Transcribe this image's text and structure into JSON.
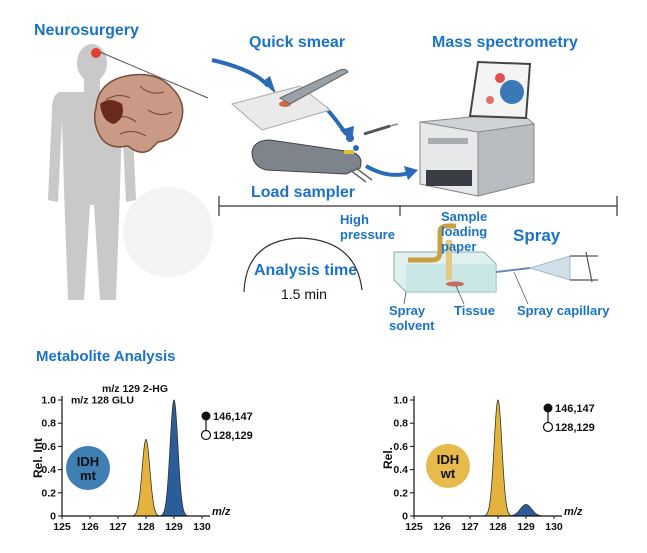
{
  "labels": {
    "neurosurgery": "Neurosurgery",
    "quick_smear": "Quick smear",
    "mass_spectrometry": "Mass spectrometry",
    "load_sampler": "Load sampler",
    "high_pressure": "High pressure",
    "sample_loading_paper": "Sample loading paper",
    "spray": "Spray",
    "analysis_time": "Analysis time",
    "analysis_value": "1.5 min",
    "spray_solvent": "Spray solvent",
    "tissue": "Tissue",
    "spray_capillary": "Spray capillary",
    "metabolite_analysis": "Metabolite Analysis"
  },
  "colors": {
    "label_blue": "#1a73c8",
    "glu_peak": "#e3b33c",
    "hg_peak": "#2b5d9b",
    "idh_mt_circle": "#3f7fb3",
    "idh_wt_circle": "#e6bb4c"
  },
  "chart_data": [
    {
      "type": "area",
      "ylabel": "Rel. Int",
      "xlabel": "m/z",
      "xlim": [
        125,
        130
      ],
      "ylim": [
        0,
        1.0
      ],
      "x_ticks": [
        "125",
        "126",
        "127",
        "128",
        "129",
        "130"
      ],
      "y_ticks": [
        "0",
        "0.2",
        "0.4",
        "0.6",
        "0.8",
        "1.0"
      ],
      "peaks": [
        {
          "center": 128,
          "height": 0.66,
          "width": 0.14,
          "color": "#e3b33c",
          "label": "m/z 128 GLU"
        },
        {
          "center": 129,
          "height": 1.0,
          "width": 0.14,
          "color": "#2b5d9b",
          "label": "m/z 129 2-HG"
        }
      ],
      "legend": [
        "146,147",
        "128,129"
      ],
      "circle_label": [
        "IDH",
        "mt"
      ],
      "circle_color": "#3f7fb3"
    },
    {
      "type": "area",
      "ylabel": "Rel.",
      "xlabel": "m/z",
      "xlim": [
        125,
        130
      ],
      "ylim": [
        0,
        1.0
      ],
      "x_ticks": [
        "125",
        "126",
        "127",
        "128",
        "129",
        "130"
      ],
      "y_ticks": [
        "0",
        "0.2",
        "0.4",
        "0.6",
        "0.8",
        "1.0"
      ],
      "peaks": [
        {
          "center": 128,
          "height": 1.0,
          "width": 0.14,
          "color": "#e3b33c",
          "label": ""
        },
        {
          "center": 129,
          "height": 0.1,
          "width": 0.2,
          "color": "#2b5d9b",
          "label": ""
        }
      ],
      "legend": [
        "146,147",
        "128,129"
      ],
      "circle_label": [
        "IDH",
        "wt"
      ],
      "circle_color": "#e6bb4c"
    }
  ]
}
